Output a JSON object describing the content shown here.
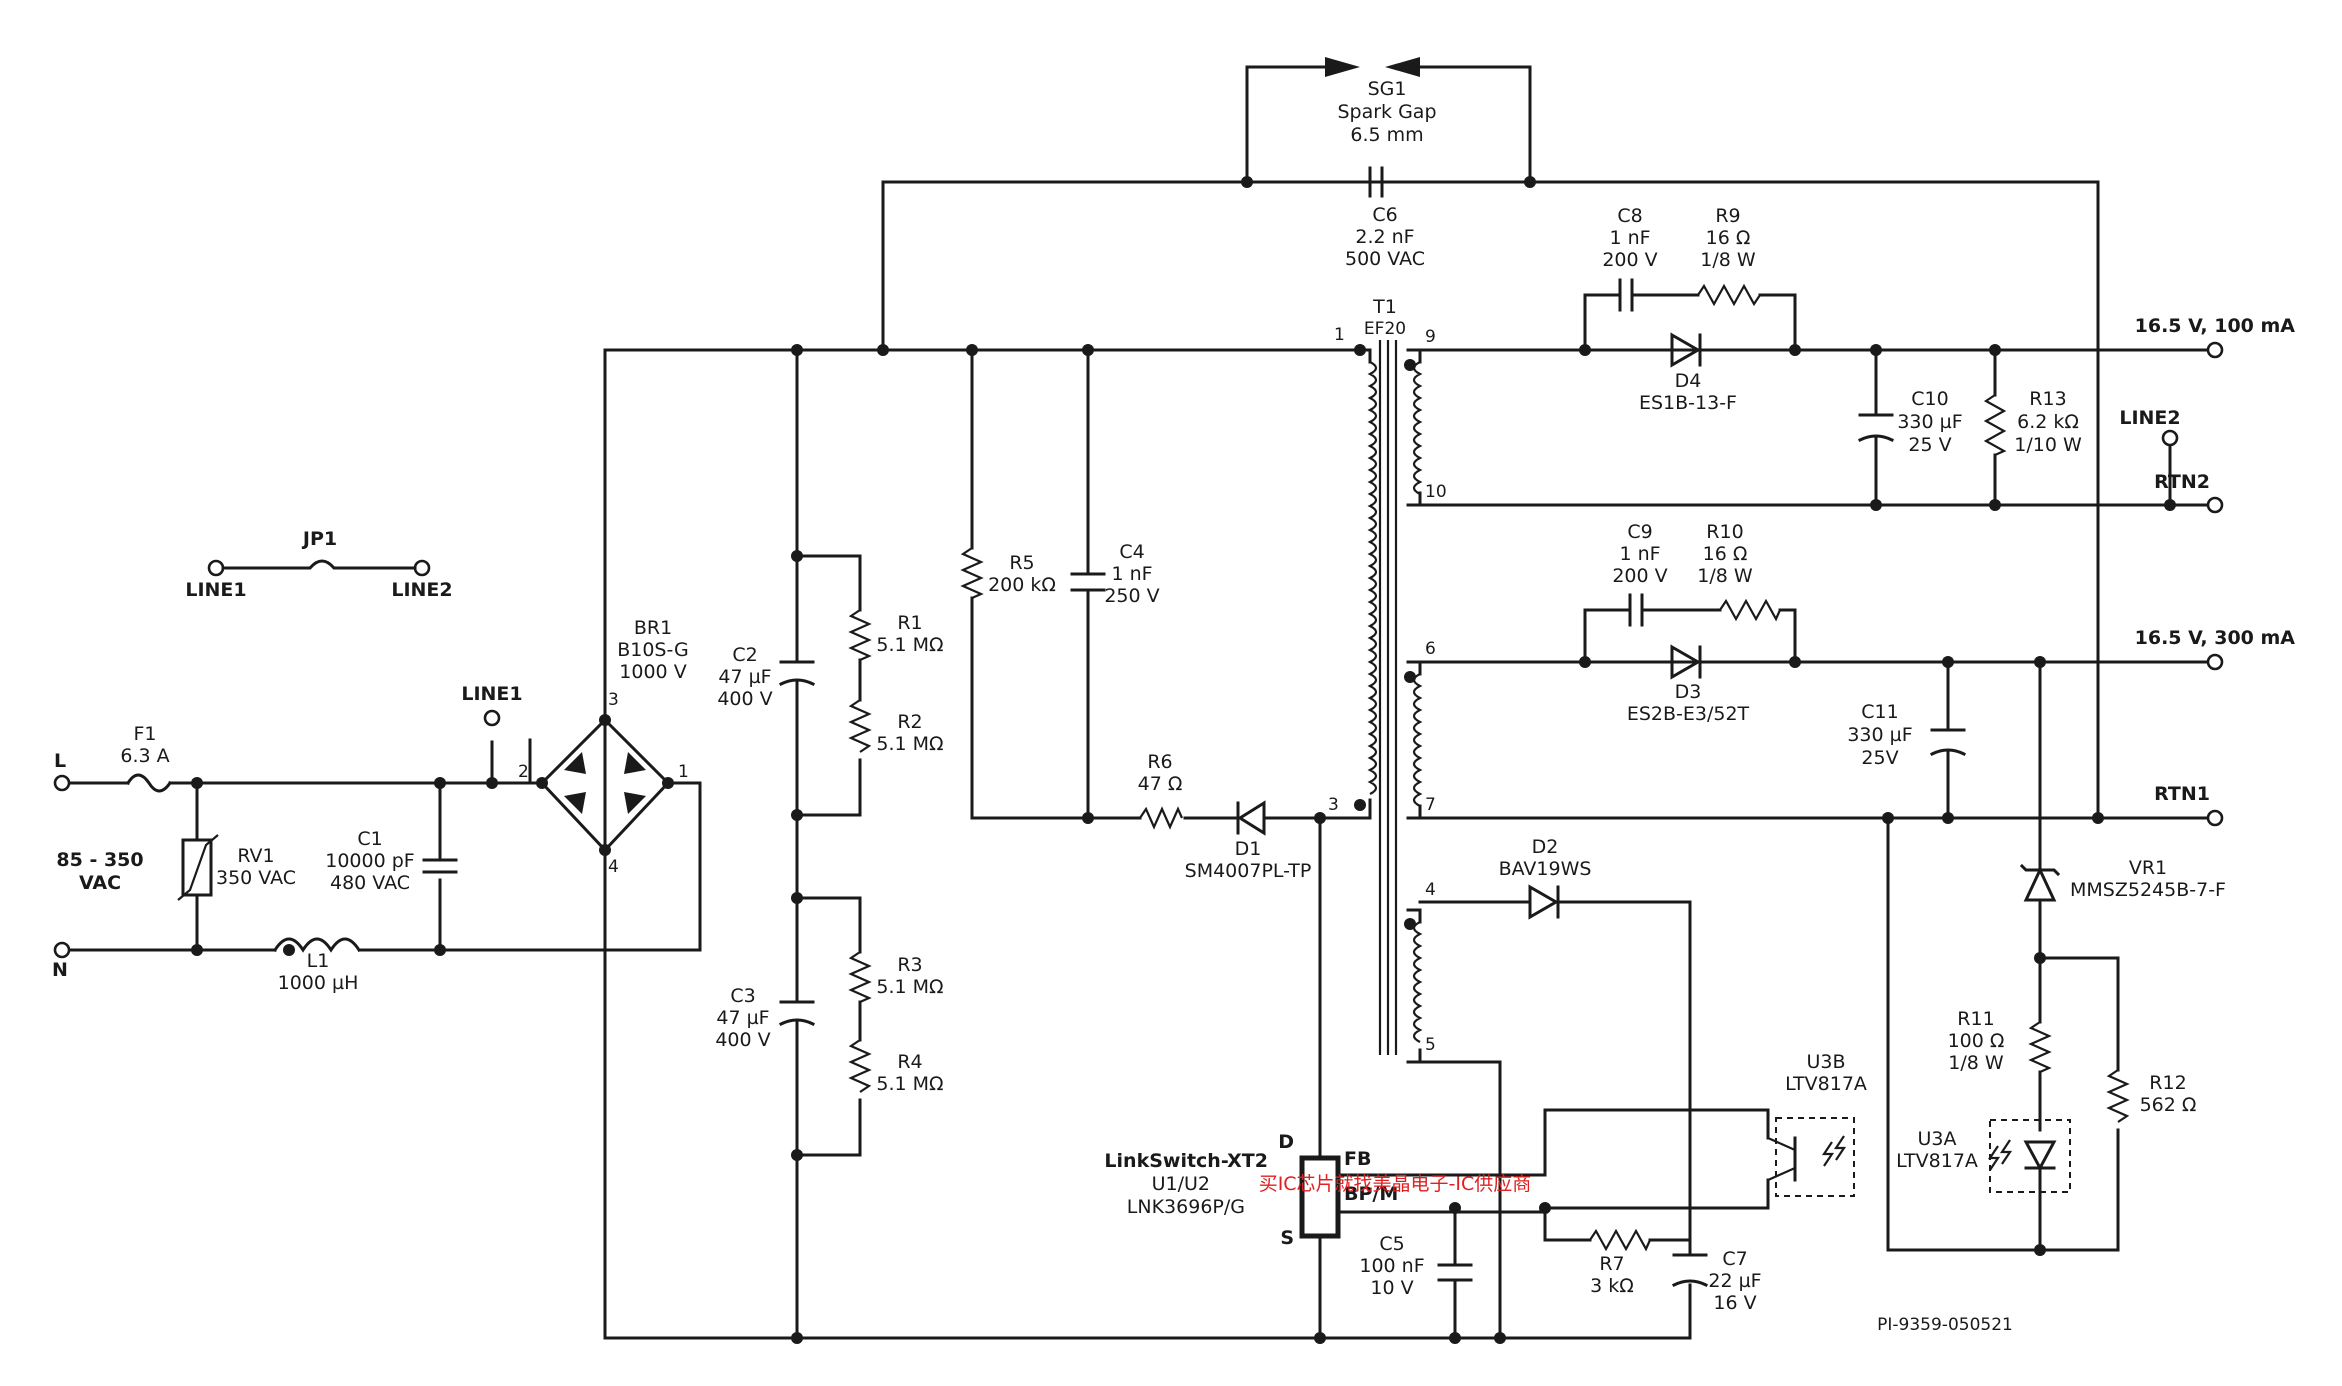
{
  "title": "",
  "components": {
    "sg1": [
      "SG1",
      "Spark Gap",
      "6.5 mm"
    ],
    "c6": [
      "C6",
      "2.2 nF",
      "500 VAC"
    ],
    "t1": [
      "T1",
      "EF20"
    ],
    "c8": [
      "C8",
      "1 nF",
      "200 V"
    ],
    "r9": [
      "R9",
      "16 Ω",
      "1/8 W"
    ],
    "d4": [
      "D4",
      "ES1B-13-F"
    ],
    "c10": [
      "C10",
      "330 µF",
      "25 V"
    ],
    "r13": [
      "R13",
      "6.2 kΩ",
      "1/10 W"
    ],
    "c9": [
      "C9",
      "1 nF",
      "200 V"
    ],
    "r10": [
      "R10",
      "16 Ω",
      "1/8 W"
    ],
    "d3": [
      "D3",
      "ES2B-E3/52T"
    ],
    "c11": [
      "C11",
      "330 µF",
      "25V"
    ],
    "vr1": [
      "VR1",
      "MMSZ5245B-7-F"
    ],
    "r11": [
      "R11",
      "100 Ω",
      "1/8 W"
    ],
    "r12": [
      "R12",
      "562 Ω"
    ],
    "u3a": [
      "U3A",
      "LTV817A"
    ],
    "u3b": [
      "U3B",
      "LTV817A"
    ],
    "jp1": [
      "JP1"
    ],
    "br1": [
      "BR1",
      "B10S-G",
      "1000 V"
    ],
    "f1": [
      "F1",
      "6.3 A"
    ],
    "rv1": [
      "RV1",
      "350 VAC"
    ],
    "c1": [
      "C1",
      "10000 pF",
      "480 VAC"
    ],
    "l1": [
      "L1",
      "1000 µH"
    ],
    "c2": [
      "C2",
      "47 µF",
      "400 V"
    ],
    "c3": [
      "C3",
      "47 µF",
      "400 V"
    ],
    "r1": [
      "R1",
      "5.1 MΩ"
    ],
    "r2": [
      "R2",
      "5.1 MΩ"
    ],
    "r3": [
      "R3",
      "5.1 MΩ"
    ],
    "r4": [
      "R4",
      "5.1 MΩ"
    ],
    "r5": [
      "R5",
      "200 kΩ"
    ],
    "c4": [
      "C4",
      "1 nF",
      "250 V"
    ],
    "r6": [
      "R6",
      "47 Ω"
    ],
    "d1": [
      "D1",
      "SM4007PL-TP"
    ],
    "d2": [
      "D2",
      "BAV19WS"
    ],
    "u1": [
      "LinkSwitch-XT2",
      "U1/U2",
      "LNK3696P/G"
    ],
    "c5": [
      "C5",
      "100 nF",
      "10 V"
    ],
    "r7": [
      "R7",
      "3 kΩ"
    ],
    "c7": [
      "C7",
      "22 µF",
      "16 V"
    ]
  },
  "pins": {
    "t1_1": "1",
    "t1_3": "3",
    "t1_4": "4",
    "t1_5": "5",
    "t1_6": "6",
    "t1_7": "7",
    "t1_9": "9",
    "t1_10": "10",
    "br_1": "1",
    "br_2": "2",
    "br_3": "3",
    "br_4": "4",
    "u1_d": "D",
    "u1_s": "S",
    "u1_fb": "FB",
    "u1_bpm": "BP/M"
  },
  "nets": {
    "out1": "16.5 V, 100 mA",
    "line2": "LINE2",
    "rtn2": "RTN2",
    "out2": "16.5 V, 300 mA",
    "rtn1": "RTN1",
    "line1_jp": "LINE1",
    "line2_jp": "LINE2",
    "line1_in": "LINE1",
    "l": "L",
    "n": "N",
    "vin_1": "85 - 350",
    "vin_2": "VAC"
  },
  "drawing_id": "PI-9359-050521",
  "watermark": "买IC芯片就找美晶电子-IC供应商"
}
